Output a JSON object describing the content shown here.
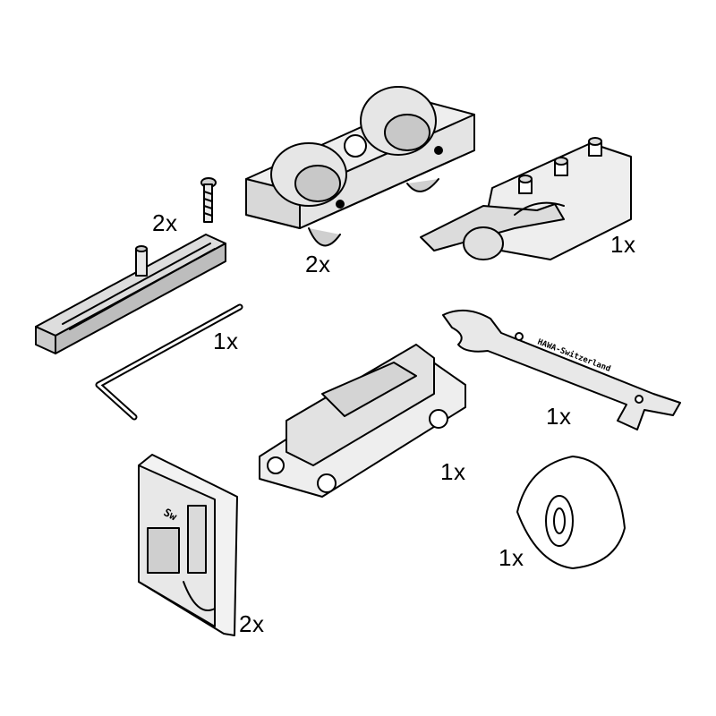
{
  "colors": {
    "line": "#000000",
    "fill_light": "#eeeeee",
    "fill_mid": "#d8d8d8",
    "fill_dark": "#bdbdbd",
    "background": "#ffffff"
  },
  "parts": [
    {
      "id": "carriage",
      "qty": "2x",
      "icon": "roller-carriage-icon"
    },
    {
      "id": "brake",
      "qty": "1x",
      "icon": "brake-stopper-icon"
    },
    {
      "id": "screw",
      "qty": "2x",
      "icon": "screw-icon"
    },
    {
      "id": "rail",
      "qty": "",
      "icon": "rail-profile-icon"
    },
    {
      "id": "allen_key",
      "qty": "1x",
      "icon": "allen-key-icon"
    },
    {
      "id": "wrench",
      "qty": "1x",
      "icon": "wrench-icon",
      "engraving": "HAWA-Switzerland"
    },
    {
      "id": "floor_guide",
      "qty": "1x",
      "icon": "floor-guide-icon"
    },
    {
      "id": "clip",
      "qty": "2x",
      "icon": "clip-bracket-icon",
      "engraving": "Sw"
    },
    {
      "id": "bumper",
      "qty": "1x",
      "icon": "rubber-bumper-icon"
    }
  ]
}
